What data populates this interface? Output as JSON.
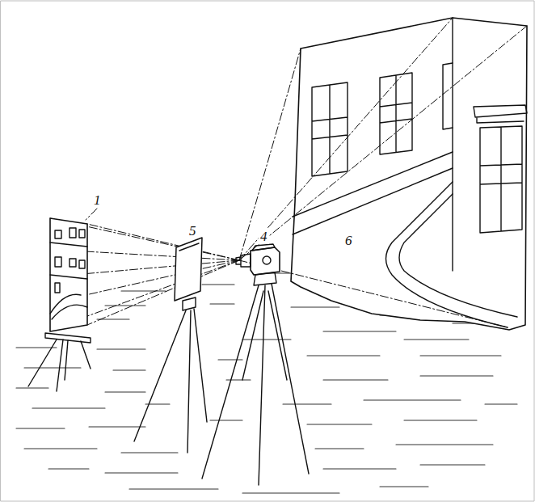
{
  "diagram": {
    "labels": [
      "1",
      "5",
      "4",
      "6"
    ]
  }
}
